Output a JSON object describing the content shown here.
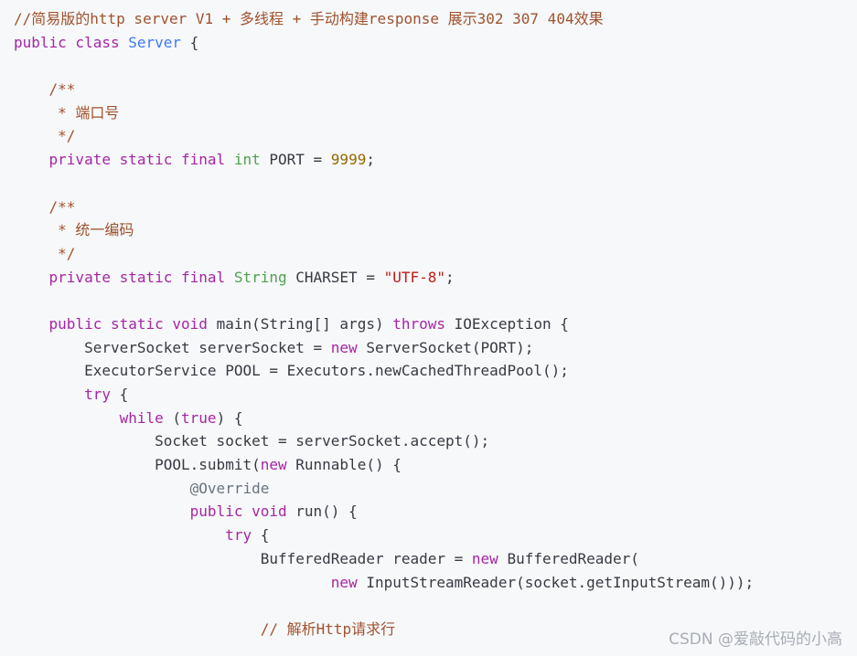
{
  "code": {
    "lines": [
      [
        {
          "t": "//简易版的http server V1 + 多线程 + 手动构建response 展示302 307 404效果",
          "c": "comment"
        }
      ],
      [
        {
          "t": "public class ",
          "c": "keyword"
        },
        {
          "t": "Server",
          "c": "title"
        },
        {
          "t": " {",
          "c": "plain"
        }
      ],
      [],
      [
        {
          "t": "    /**",
          "c": "comment"
        }
      ],
      [
        {
          "t": "     * 端口号",
          "c": "comment"
        }
      ],
      [
        {
          "t": "     */",
          "c": "comment"
        }
      ],
      [
        {
          "t": "    private static final ",
          "c": "keyword"
        },
        {
          "t": "int",
          "c": "type"
        },
        {
          "t": " PORT = ",
          "c": "plain"
        },
        {
          "t": "9999",
          "c": "number"
        },
        {
          "t": ";",
          "c": "plain"
        }
      ],
      [],
      [
        {
          "t": "    /**",
          "c": "comment"
        }
      ],
      [
        {
          "t": "     * 统一编码",
          "c": "comment"
        }
      ],
      [
        {
          "t": "     */",
          "c": "comment"
        }
      ],
      [
        {
          "t": "    private static final ",
          "c": "keyword"
        },
        {
          "t": "String",
          "c": "type"
        },
        {
          "t": " CHARSET = ",
          "c": "plain"
        },
        {
          "t": "\"UTF-8\"",
          "c": "string"
        },
        {
          "t": ";",
          "c": "plain"
        }
      ],
      [],
      [
        {
          "t": "    public static void ",
          "c": "keyword"
        },
        {
          "t": "main(String[] args) ",
          "c": "plain"
        },
        {
          "t": "throws",
          "c": "keyword"
        },
        {
          "t": " IOException {",
          "c": "plain"
        }
      ],
      [
        {
          "t": "        ServerSocket serverSocket = ",
          "c": "plain"
        },
        {
          "t": "new",
          "c": "keyword"
        },
        {
          "t": " ServerSocket(PORT);",
          "c": "plain"
        }
      ],
      [
        {
          "t": "        ExecutorService POOL = Executors.newCachedThreadPool();",
          "c": "plain"
        }
      ],
      [
        {
          "t": "        try",
          "c": "keyword"
        },
        {
          "t": " {",
          "c": "plain"
        }
      ],
      [
        {
          "t": "            while",
          "c": "keyword"
        },
        {
          "t": " (",
          "c": "plain"
        },
        {
          "t": "true",
          "c": "literal"
        },
        {
          "t": ") {",
          "c": "plain"
        }
      ],
      [
        {
          "t": "                Socket socket = serverSocket.accept();",
          "c": "plain"
        }
      ],
      [
        {
          "t": "                POOL.submit(",
          "c": "plain"
        },
        {
          "t": "new",
          "c": "keyword"
        },
        {
          "t": " Runnable() {",
          "c": "plain"
        }
      ],
      [
        {
          "t": "                    @Override",
          "c": "meta"
        }
      ],
      [
        {
          "t": "                    public void ",
          "c": "keyword"
        },
        {
          "t": "run() {",
          "c": "plain"
        }
      ],
      [
        {
          "t": "                        try",
          "c": "keyword"
        },
        {
          "t": " {",
          "c": "plain"
        }
      ],
      [
        {
          "t": "                            BufferedReader reader = ",
          "c": "plain"
        },
        {
          "t": "new",
          "c": "keyword"
        },
        {
          "t": " BufferedReader(",
          "c": "plain"
        }
      ],
      [
        {
          "t": "                                    new",
          "c": "keyword"
        },
        {
          "t": " InputStreamReader(socket.getInputStream()));",
          "c": "plain"
        }
      ],
      [],
      [
        {
          "t": "                            // 解析Http请求行",
          "c": "comment"
        }
      ]
    ]
  },
  "watermark": "CSDN @爱敲代码的小高",
  "colors": {
    "background": "#f6f8fa",
    "comment": "#a0522d",
    "keyword": "#a626a4",
    "title": "#4078f2",
    "type": "#50a14f",
    "number": "#986801",
    "string": "#c41a16",
    "plain": "#383a42"
  }
}
